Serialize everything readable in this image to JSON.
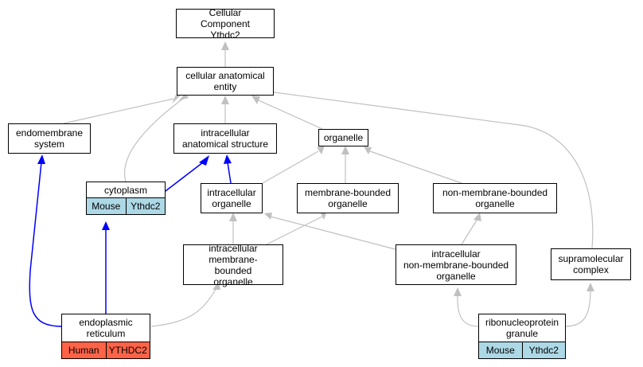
{
  "colors": {
    "edge_gray": "#c0c0c0",
    "edge_blue": "#0000ff",
    "mouse_tag": "#add8e6",
    "human_tag": "#ff6347"
  },
  "nodes": {
    "root": "Cellular Component\nYthdc2",
    "cellular_anatomical_entity": "cellular anatomical\nentity",
    "endomembrane_system": "endomembrane\nsystem",
    "intracellular_anatomical_structure": "intracellular\nanatomical structure",
    "organelle": "organelle",
    "cytoplasm": {
      "label": "cytoplasm",
      "tags": [
        {
          "species": "Mouse",
          "gene": "Ythdc2"
        }
      ]
    },
    "intracellular_organelle": "intracellular\norganelle",
    "membrane_bounded_organelle": "membrane-bounded\norganelle",
    "non_membrane_bounded_organelle": "non-membrane-bounded\norganelle",
    "intracellular_membrane_bounded_organelle": "intracellular\nmembrane-bounded\norganelle",
    "intracellular_non_membrane_bounded_organelle": "intracellular\nnon-membrane-bounded\norganelle",
    "supramolecular_complex": "supramolecular\ncomplex",
    "endoplasmic_reticulum": {
      "label": "endoplasmic\nreticulum",
      "tags": [
        {
          "species": "Human",
          "gene": "YTHDC2"
        }
      ]
    },
    "ribonucleoprotein_granule": {
      "label": "ribonucleoprotein\ngranule",
      "tags": [
        {
          "species": "Mouse",
          "gene": "Ythdc2"
        }
      ]
    }
  }
}
